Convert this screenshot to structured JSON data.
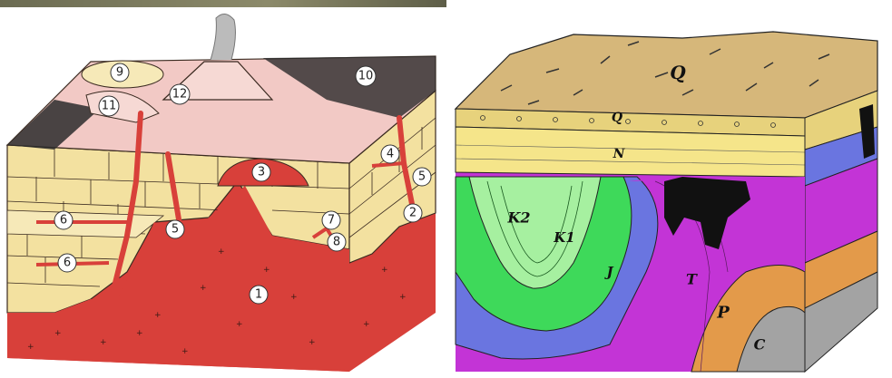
{
  "left_diagram": {
    "labels": [
      "1",
      "2",
      "3",
      "4",
      "5",
      "5",
      "6",
      "6",
      "7",
      "8",
      "9",
      "10",
      "11",
      "12"
    ],
    "colors": {
      "magma": "#d8403a",
      "limestone": "#f3e1a0",
      "sandstone": "#f6e9b8",
      "shale": "#efe6c2",
      "surface": "#f2c9c5",
      "line": "#3a2a20"
    }
  },
  "right_diagram": {
    "labels": [
      "Q",
      "Q",
      "N",
      "K2",
      "K1",
      "J",
      "T",
      "P",
      "C"
    ],
    "colors": {
      "quaternary": "#d6b77a",
      "neogene": "#f5e58a",
      "cretaceous_upper": "#a6f0a0",
      "cretaceous_lower": "#3ed95a",
      "jurassic": "#6a75e0",
      "triassic": "#c334d6",
      "permian": "#e39a4a",
      "carboniferous": "#a3a3a3",
      "intrusion": "#111111"
    }
  }
}
